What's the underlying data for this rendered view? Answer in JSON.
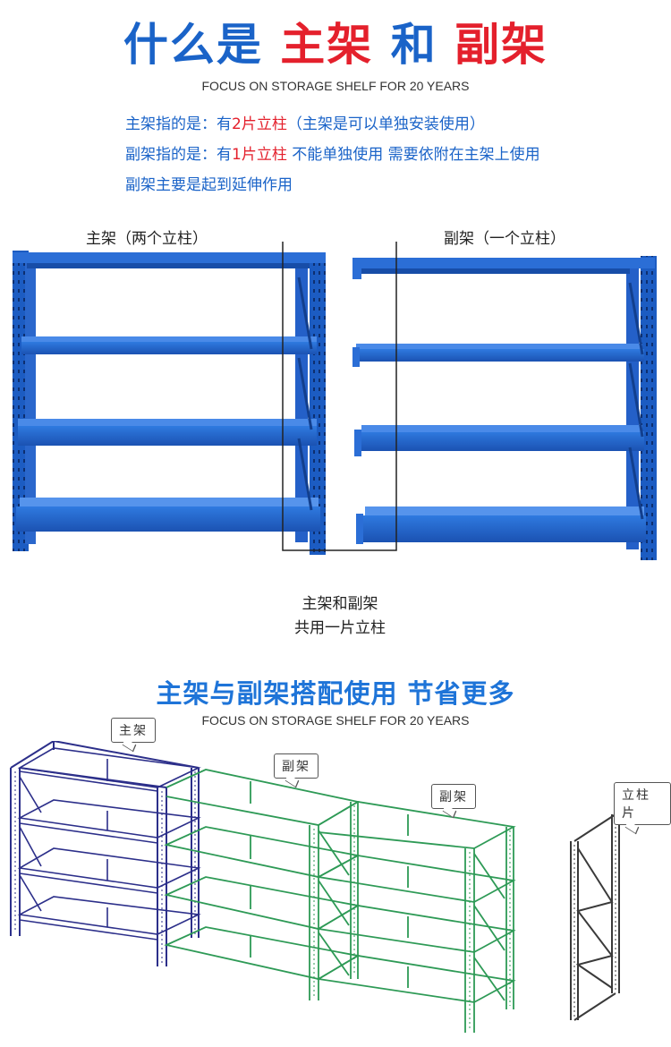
{
  "header": {
    "title_part1": "什么是",
    "title_main": "主架",
    "title_and": "和",
    "title_sub": "副架",
    "subtitle": "FOCUS ON STORAGE SHELF FOR 20 YEARS"
  },
  "description": {
    "line1_prefix": "主架指的是：有",
    "line1_highlight": "2片立柱",
    "line1_suffix": "（主架是可以单独安装使用）",
    "line2_prefix": "副架指的是：有",
    "line2_highlight": "1片立柱",
    "line2_suffix": " 不能单独使用 需要依附在主架上使用",
    "line3": "副架主要是起到延伸作用"
  },
  "photo": {
    "main_caption": "主架（两个立柱）",
    "sub_caption": "副架（一个立柱）",
    "shared_line1": "主架和副架",
    "shared_line2": "共用一片立柱"
  },
  "section2": {
    "title": "主架与副架搭配使用 节省更多",
    "subtitle": "FOCUS ON STORAGE SHELF FOR 20 YEARS",
    "tag_main": "主架",
    "tag_sub1": "副架",
    "tag_sub2": "副架",
    "tag_upright": "立柱片"
  },
  "colors": {
    "shelf_blue": "#1f5fc4",
    "main_frame_line": "#2c2f8a",
    "sub_frame_line": "#2e9a56",
    "highlight_red": "#e4202c"
  }
}
